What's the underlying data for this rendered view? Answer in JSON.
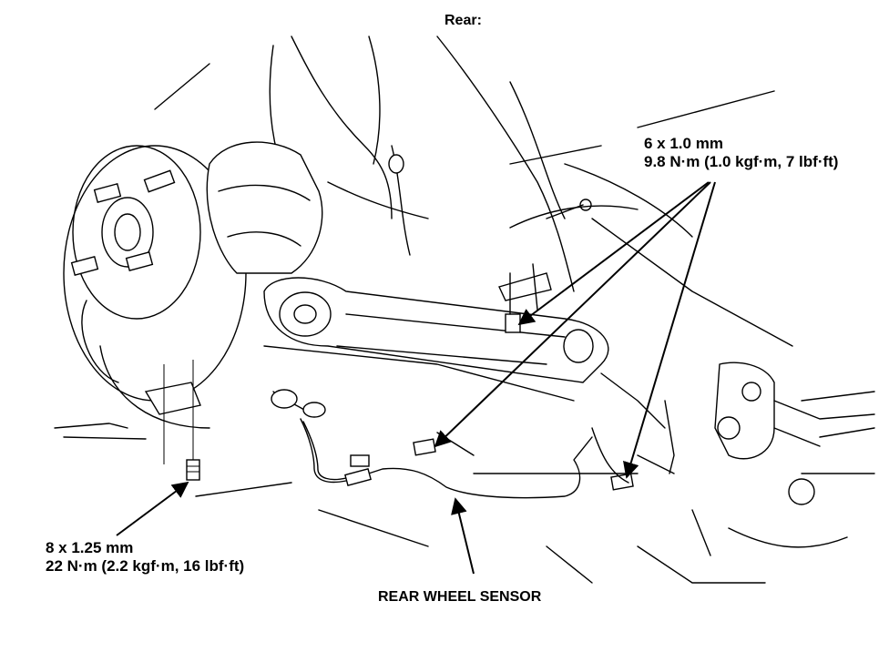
{
  "title": "Rear:",
  "upper_callout": {
    "size": "6 x 1.0 mm",
    "torque": "9.8 N·m (1.0 kgf·m, 7 lbf·ft)"
  },
  "lower_callout": {
    "size": "8 x 1.25 mm",
    "torque": "22 N·m (2.2 kgf·m, 16 lbf·ft)"
  },
  "sensor_label": "REAR WHEEL SENSOR"
}
